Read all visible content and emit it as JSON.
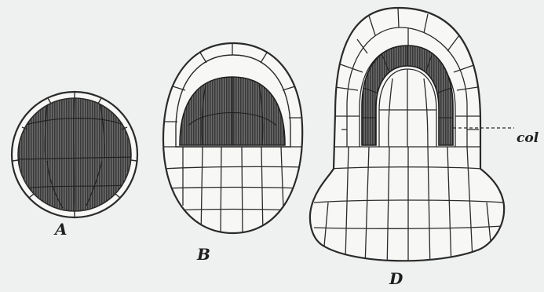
{
  "labels": {
    "a": "A",
    "b": "B",
    "d": "D",
    "col": "col"
  },
  "colors": {
    "background": "#eef1ef",
    "ink": "#2a2a2a",
    "hatch": "#4a4a4a",
    "cell_fill": "#f7f8f6"
  }
}
